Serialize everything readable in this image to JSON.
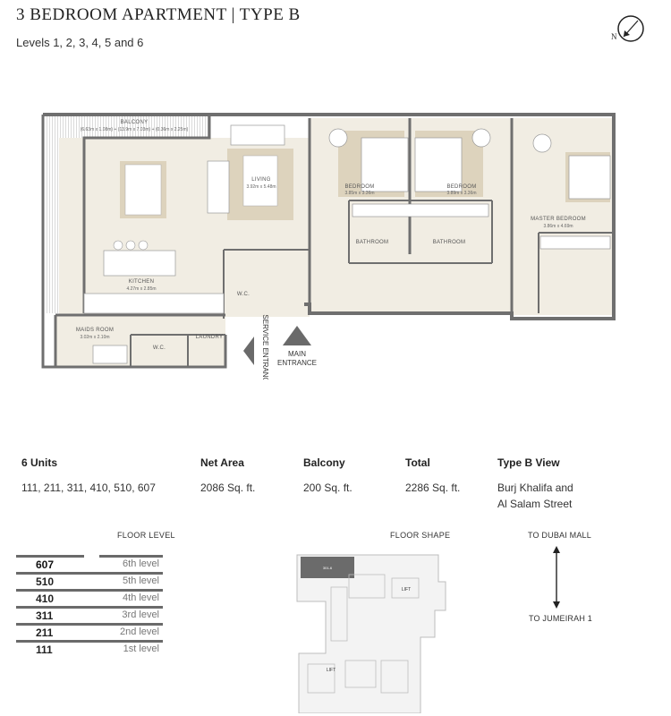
{
  "header": {
    "title": "3 BEDROOM APARTMENT  |  TYPE B",
    "subtitle": "Levels 1, 2, 3, 4, 5 and 6",
    "compass_label": "N"
  },
  "plan": {
    "rooms": {
      "balcony": {
        "label": "BALCONY",
        "dims": "(6.63m x 1.08m) + (13.9m x 7.03m) + (0.36m x 2.25m)"
      },
      "living": {
        "label": "LIVING",
        "dims": "3.92m x 5.48m"
      },
      "kitchen": {
        "label": "KITCHEN",
        "dims": "4.27m x 2.85m"
      },
      "bedroom1": {
        "label": "BEDROOM",
        "dims": "3.85m x 3.36m"
      },
      "bedroom2": {
        "label": "BEDROOM",
        "dims": "3.89m x 3.36m"
      },
      "bathroom1": {
        "label": "BATHROOM"
      },
      "bathroom2": {
        "label": "BATHROOM"
      },
      "master": {
        "label": "MASTER BEDROOM",
        "dims": "3.86m x 4.69m"
      },
      "wc": {
        "label": "W.C."
      },
      "wc2": {
        "label": "W.C."
      },
      "maids": {
        "label": "MAIDS ROOM",
        "dims": "3.02m x 2.10m"
      },
      "laundry": {
        "label": "LAUNDRY"
      }
    },
    "service_entrance": "SERVICE ENTRANCE",
    "main_entrance_1": "MAIN",
    "main_entrance_2": "ENTRANCE"
  },
  "stats": {
    "units": {
      "head": "6 Units",
      "value": "111, 211, 311, 410, 510, 607"
    },
    "net_area": {
      "head": "Net Area",
      "value": "2086 Sq. ft."
    },
    "balcony": {
      "head": "Balcony",
      "value": "200 Sq. ft."
    },
    "total": {
      "head": "Total",
      "value": "2286 Sq. ft."
    },
    "view": {
      "head": "Type B View",
      "value_line1": "Burj Khalifa and",
      "value_line2": "Al Salam Street"
    }
  },
  "floor_level": {
    "title": "FLOOR LEVEL",
    "rows": [
      {
        "unit": "607",
        "level": "6th level"
      },
      {
        "unit": "510",
        "level": "5th level"
      },
      {
        "unit": "410",
        "level": "4th level"
      },
      {
        "unit": "311",
        "level": "3rd level"
      },
      {
        "unit": "211",
        "level": "2nd level"
      },
      {
        "unit": "111",
        "level": "1st level"
      }
    ]
  },
  "floor_shape": {
    "title": "FLOOR SHAPE",
    "highlight_label": "301-6",
    "lift_label_1": "LIFT",
    "lift_label_2": "LIFT"
  },
  "direction": {
    "top": "TO DUBAI MALL",
    "bottom": "TO JUMEIRAH 1"
  },
  "colors": {
    "wall": "#6f6f6f",
    "floor": "#f1ede3",
    "furniture": "#ddd3bd",
    "shape_highlight": "#6b6b6b"
  }
}
